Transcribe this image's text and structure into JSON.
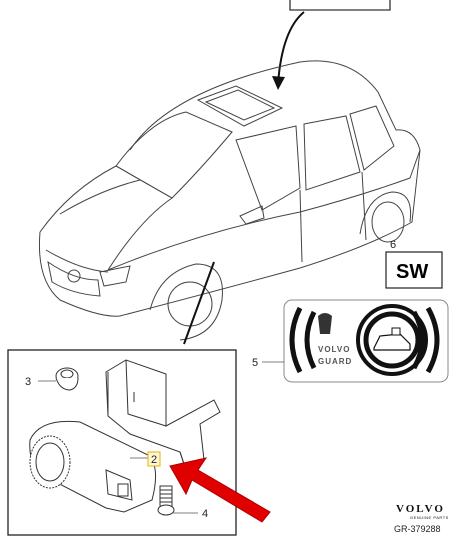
{
  "labels": {
    "part1": "2",
    "part2": "3",
    "part3": "4",
    "part4": "5",
    "part5": "6"
  },
  "sw_box": {
    "text": "SW"
  },
  "guard_sign": {
    "line1": "VOLVO",
    "line2": "GUARD"
  },
  "brand": {
    "name": "VOLVO",
    "sub": "GENUINE PARTS"
  },
  "reference": {
    "code": "GR-379288"
  },
  "colors": {
    "arrow": "#e00000",
    "highlight": "#e8b000",
    "ink": "#333333"
  }
}
